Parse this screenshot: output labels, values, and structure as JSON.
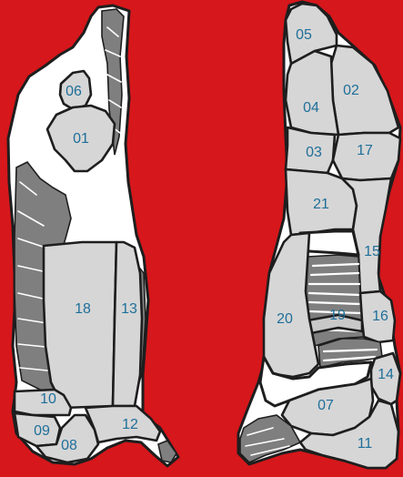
{
  "colors": {
    "background": "#d6171b",
    "cut_fill": "#d6d6d6",
    "fat": "#ffffff",
    "bone": "#7f7f7f",
    "outline": "#1e1e1e",
    "label": "#1f6f99"
  },
  "left_half": {
    "cuts": [
      "06",
      "01",
      "18",
      "13",
      "10",
      "09",
      "08",
      "12"
    ]
  },
  "right_half": {
    "cuts": [
      "05",
      "02",
      "04",
      "03",
      "17",
      "21",
      "15",
      "20",
      "19",
      "16",
      "14",
      "07",
      "11"
    ]
  }
}
